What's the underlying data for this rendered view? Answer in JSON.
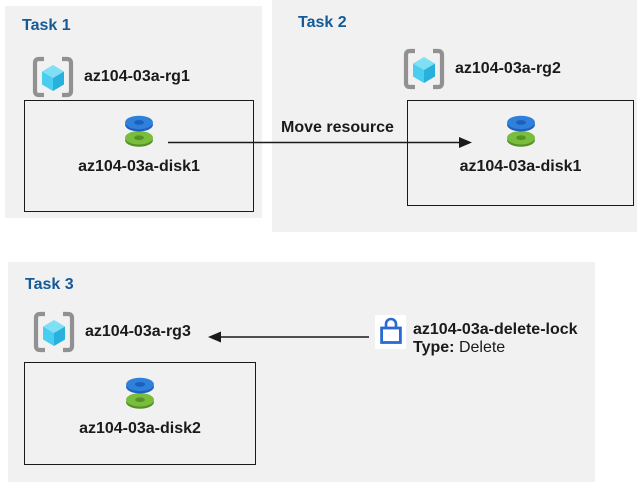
{
  "diagram": {
    "tasks": [
      {
        "title": "Task 1",
        "resource_group": "az104-03a-rg1",
        "resource": "az104-03a-disk1"
      },
      {
        "title": "Task 2",
        "resource_group": "az104-03a-rg2",
        "resource": "az104-03a-disk1"
      },
      {
        "title": "Task 3",
        "resource_group": "az104-03a-rg3",
        "resource": "az104-03a-disk2"
      }
    ],
    "move_arrow_label": "Move resource",
    "lock": {
      "name": "az104-03a-delete-lock",
      "type_label": "Type:",
      "type_value": "Delete"
    },
    "icons": {
      "resource_group": "resource-group-icon",
      "disk": "managed-disk-icon",
      "lock": "lock-icon"
    },
    "colors": {
      "panel_bg": "#f1f1f1",
      "task_title": "#145a96",
      "text": "#1a1a1a",
      "box_border": "#1a1a1a",
      "arrow": "#1a1a1a",
      "lock_blue": "#2a6ad4",
      "rg_bracket": "#919191",
      "cube_top": "#7fdff5",
      "cube_left": "#49cdf0",
      "cube_right": "#27b1dc",
      "disk_blue": "#2f80da",
      "disk_blue_dark": "#1d5fbd",
      "disk_green": "#79bd3c",
      "disk_green_dark": "#559127"
    }
  }
}
